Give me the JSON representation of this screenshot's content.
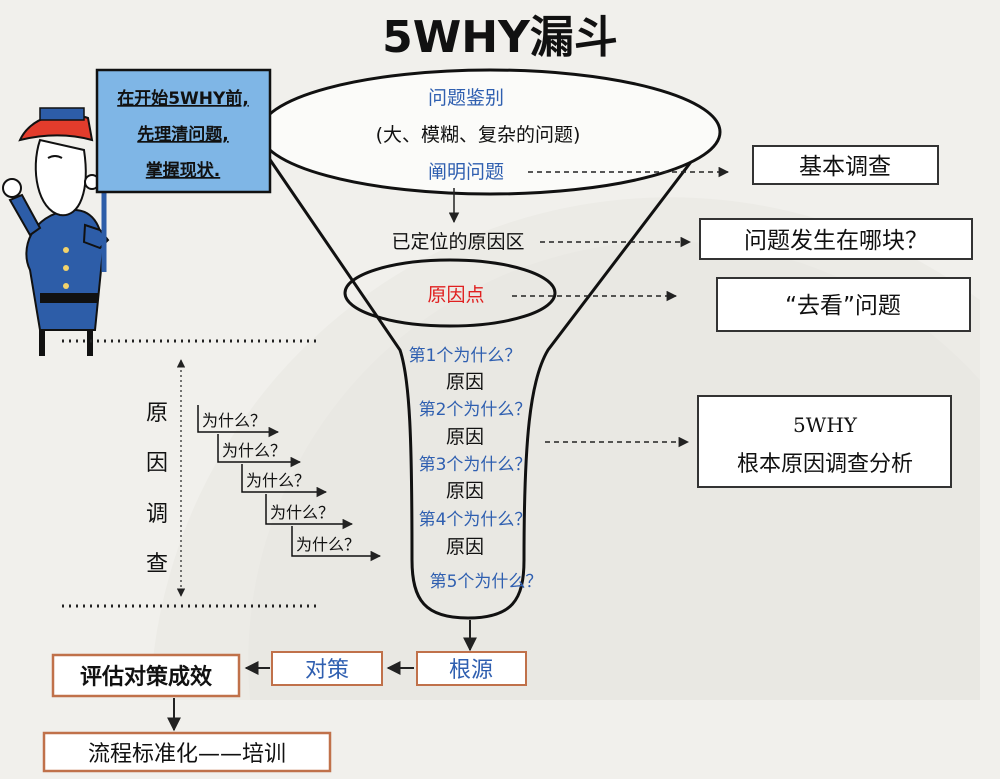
{
  "title": "5WHY漏斗",
  "sign": {
    "lines": [
      "在开始5WHY前,",
      "先理清问题,",
      "掌握现状."
    ]
  },
  "funnel": {
    "identify": "问题鉴别",
    "identify_note": "(大、模糊、复杂的问题)",
    "clarify": "阐明问题",
    "located_area": "已定位的原因区",
    "cause_point": "原因点",
    "whys": [
      "第1个为什么？",
      "第2个为什么？",
      "第3个为什么？",
      "第4个为什么？",
      "第5个为什么？"
    ],
    "cause_label": "原因"
  },
  "right_boxes": {
    "basic_survey": "基本调查",
    "where": "问题发生在哪块？",
    "go_see": "“去看”问题",
    "analysis_line1": "5WHY",
    "analysis_line2": "根本原因调查分析"
  },
  "left_investigation": {
    "vertical_label": [
      "原",
      "因",
      "调",
      "查"
    ],
    "stairs": [
      "为什么？",
      "为什么？",
      "为什么？",
      "为什么？",
      "为什么？"
    ]
  },
  "bottom": {
    "root": "根源",
    "countermeasure": "对策",
    "evaluate": "评估对策成效",
    "standardize": "流程标准化——培训"
  },
  "colors": {
    "blue_text": "#2f5fb0",
    "red_text": "#e02020",
    "sign_fill": "#7fb6e6",
    "box_border_orange": "#c0714a",
    "box_border_dark": "#333333"
  }
}
